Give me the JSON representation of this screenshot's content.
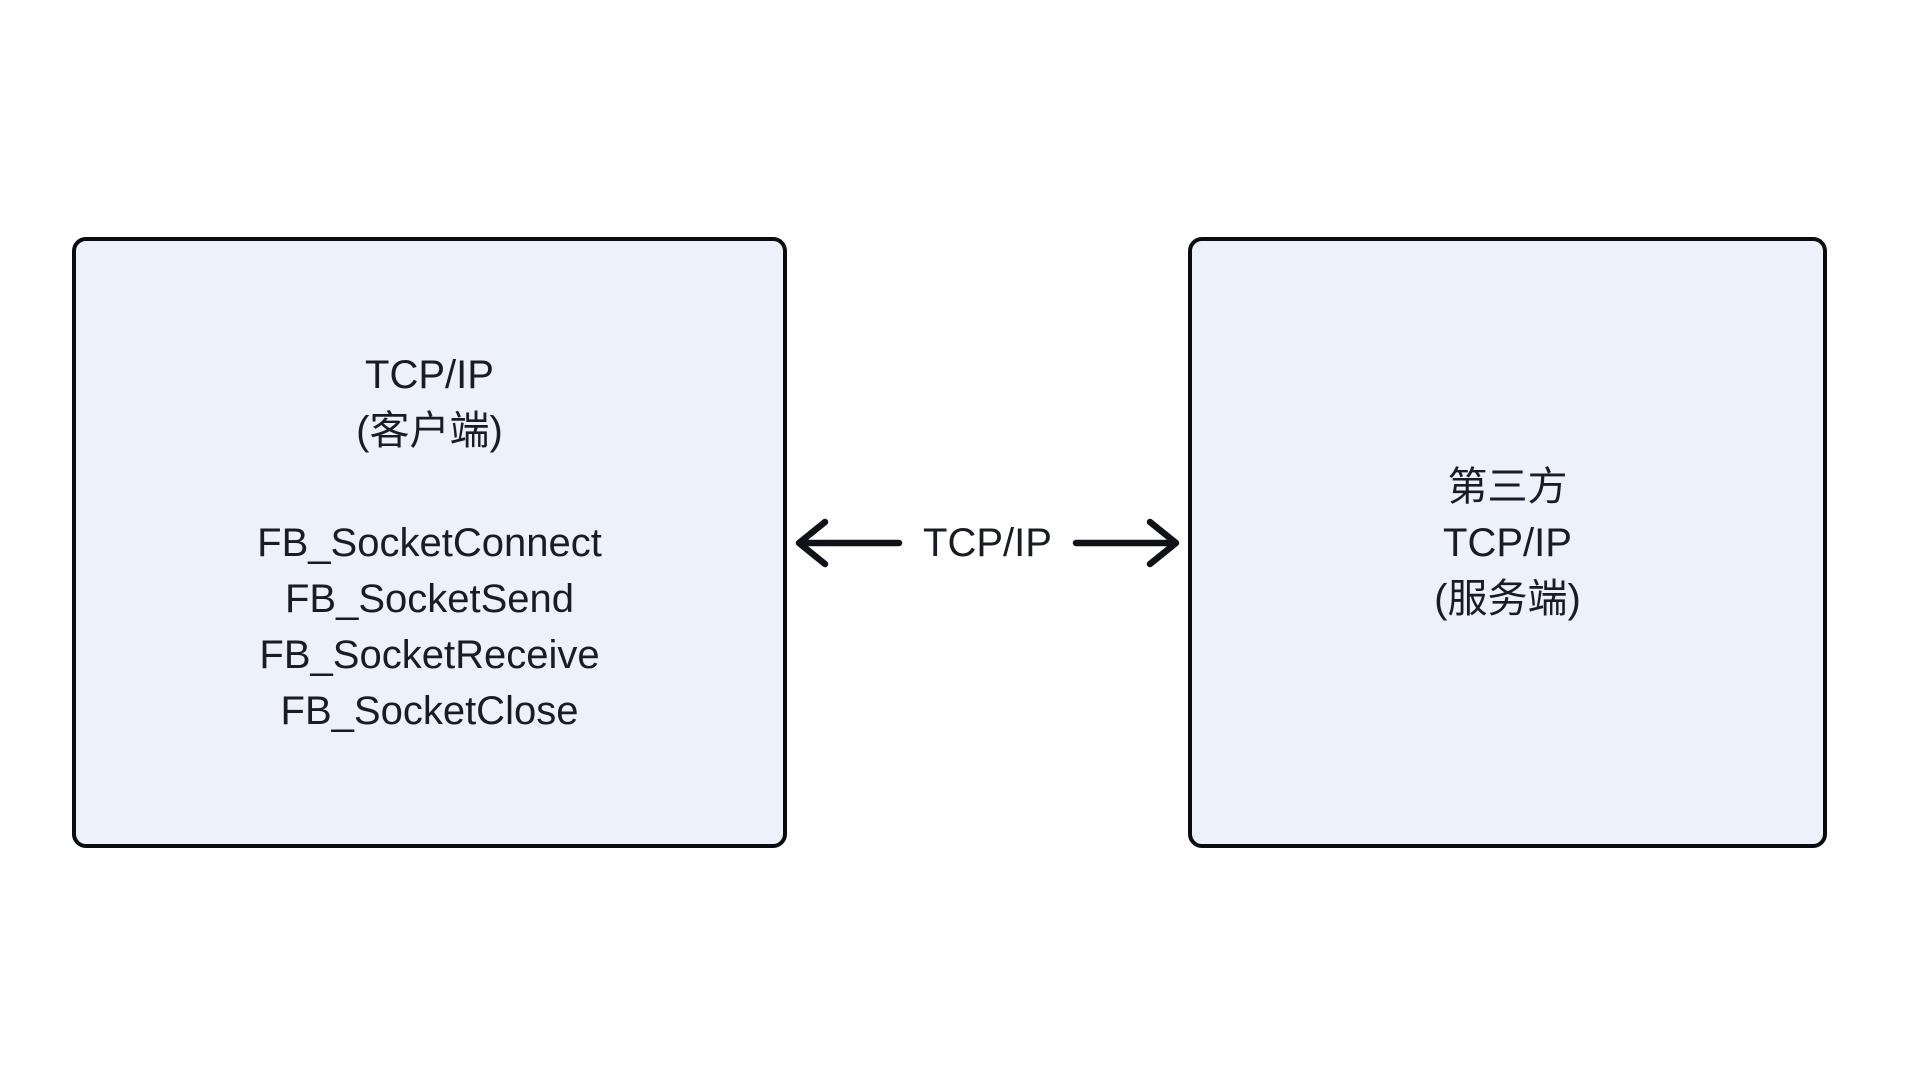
{
  "diagram": {
    "left_box": {
      "title_lines": [
        "TCP/IP",
        "(客户端)"
      ],
      "items": [
        "FB_SocketConnect",
        "FB_SocketSend",
        "FB_SocketReceive",
        "FB_SocketClose"
      ]
    },
    "connector": {
      "label": "TCP/IP"
    },
    "right_box": {
      "title_lines": [
        "第三方",
        "TCP/IP",
        "(服务端)"
      ]
    },
    "colors": {
      "background": "#ffffff",
      "box_fill": "#EDF1FB",
      "box_border": "#0B0C10",
      "text": "#1A1C23",
      "arrow": "#111218"
    }
  }
}
